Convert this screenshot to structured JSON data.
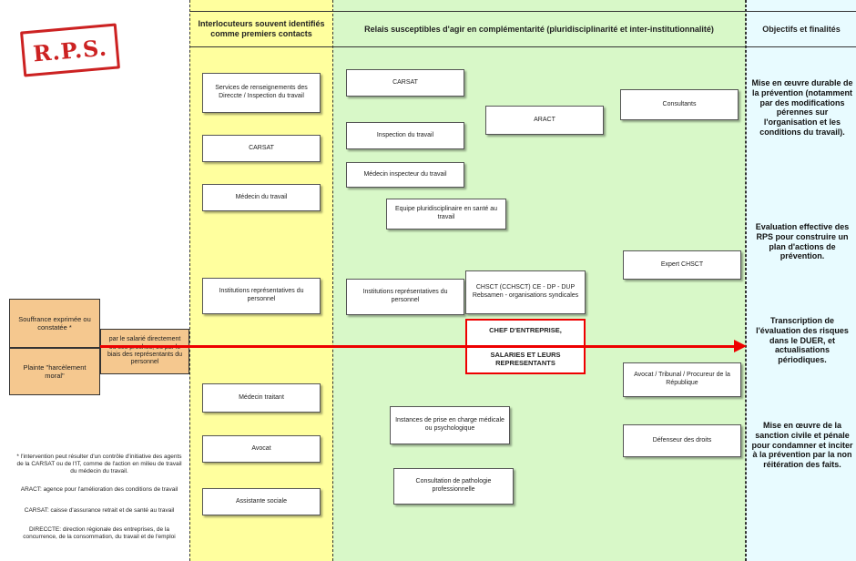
{
  "logo": {
    "text": "R.P.S."
  },
  "columns": {
    "contacts_header": "Interlocuteurs souvent identifiés comme premiers contacts",
    "relais_header": "Relais susceptibles d'agir en complémentarité (pluridisciplinarité et inter-institutionnalité)",
    "objectifs_header": "Objectifs et finalités"
  },
  "contacts": [
    "Services de renseignements des Direccte / Inspection du travail",
    "CARSAT",
    "Médecin du travail",
    "Institutions représentatives du personnel",
    "Médecin traitant",
    "Avocat",
    "Assistante sociale"
  ],
  "relais": {
    "carsat": "CARSAT",
    "aract": "ARACT",
    "consultants": "Consultants",
    "inspection": "Inspection du travail",
    "medecin_inspecteur": "Médecin inspecteur du travail",
    "equipe": "Equipe pluridisciplinaire en santé au travail",
    "expert_chsct": "Expert CHSCT",
    "irp": "Institutions représentatives du personnel",
    "chsct": "CHSCT (CCHSCT) CE - DP - DUP Rebsamen - organisations syndicales",
    "avocat_tribunal": "Avocat / Tribunal / Procureur de la République",
    "instances": "Instances de prise en charge médicale ou psychologique",
    "defenseur": "Défenseur des droits",
    "consultation": "Consultation de pathologie professionnelle"
  },
  "red_box": {
    "line1": "CHEF D'ENTREPRISE,",
    "line2": "SALARIES ET LEURS REPRESENTANTS"
  },
  "objectifs": [
    "Mise en œuvre durable de la prévention (notamment par des modifications pérennes sur l'organisation et les conditions du travail).",
    "Evaluation effective des RPS pour construire un plan d'actions de prévention.",
    "Transcription de l'évaluation des risques dans le DUER, et actualisations périodiques.",
    "Mise en œuvre de la sanction civile et pénale pour condamner et inciter à la prévention par la non réitération des faits."
  ],
  "left": {
    "souffrance": "Souffrance exprimée ou constatée *",
    "plainte": "Plainte \"harcèlement moral\"",
    "path": "par le salarié directement ou ses proches, ou par le biais des représentants du personnel"
  },
  "notes": {
    "asterisk": "* l'intervention peut résulter d'un contrôle d'initiative des agents de la CARSAT ou de l'IT, comme de l'action en milieu de travail du médecin du travail.",
    "aract": "ARACT: agence pour l'amélioration des conditions de travail",
    "carsat": "CARSAT: caisse d'assurance retrait et de santé au travail",
    "direccte": "DIRECCTE: direction régionale des entreprises, de la concurrence, de la consommation, du travail et de l'emploi"
  },
  "colors": {
    "yellow": "#ffff9e",
    "green": "#d8f8c8",
    "blue": "#e8fbff",
    "orange": "#f5c88f",
    "red": "#e00000"
  }
}
